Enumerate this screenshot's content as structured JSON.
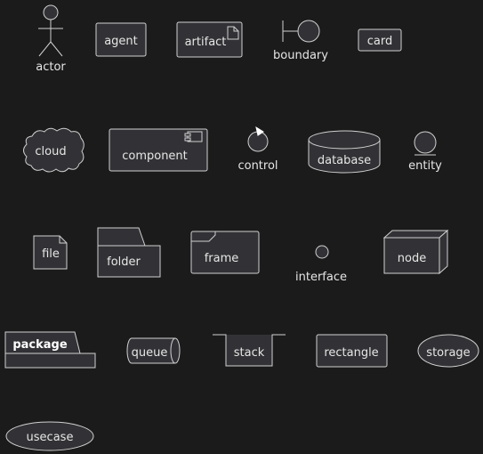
{
  "colors": {
    "background": "#1b1b1b",
    "shape_fill": "#323236",
    "shape_stroke": "#d0d0d0",
    "text": "#e6e6e6"
  },
  "labels": {
    "actor": "actor",
    "agent": "agent",
    "artifact": "artifact",
    "boundary": "boundary",
    "card": "card",
    "cloud": "cloud",
    "component": "component",
    "control": "control",
    "database": "database",
    "entity": "entity",
    "file": "file",
    "folder": "folder",
    "frame": "frame",
    "interface": "interface",
    "node": "node",
    "package": "package",
    "queue": "queue",
    "stack": "stack",
    "rectangle": "rectangle",
    "storage": "storage",
    "usecase": "usecase"
  }
}
